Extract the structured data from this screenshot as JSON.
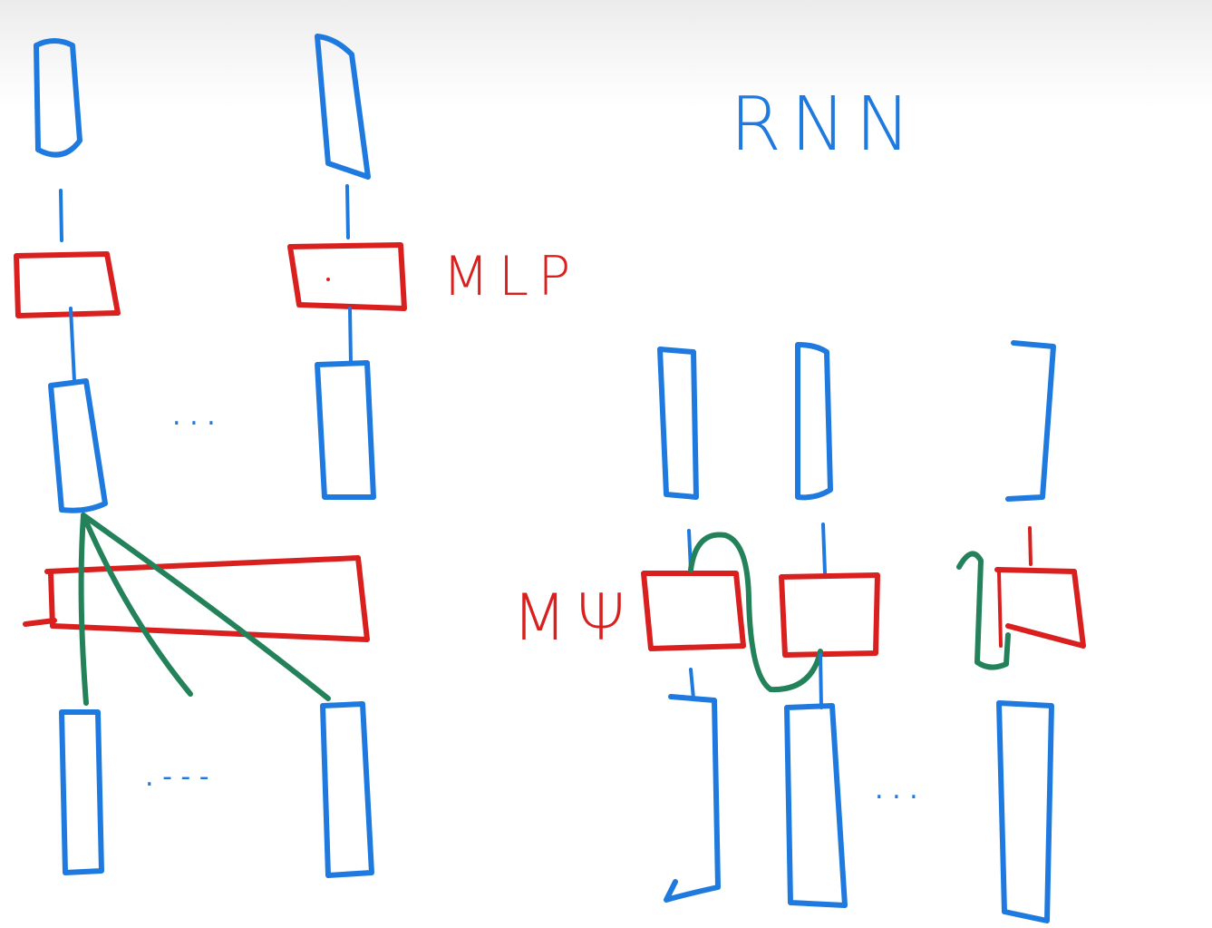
{
  "labels": {
    "rnn": "RNN",
    "mlp": "MLP",
    "mpsi": "MΨ",
    "dots_mlp_top": ". . .",
    "dots_mlp_bottom": ". - - -",
    "dots_rnn_bottom": ". . ."
  },
  "colors": {
    "vector": "#1f7ae0",
    "layer": "#d9201f",
    "connection": "#23825a"
  }
}
